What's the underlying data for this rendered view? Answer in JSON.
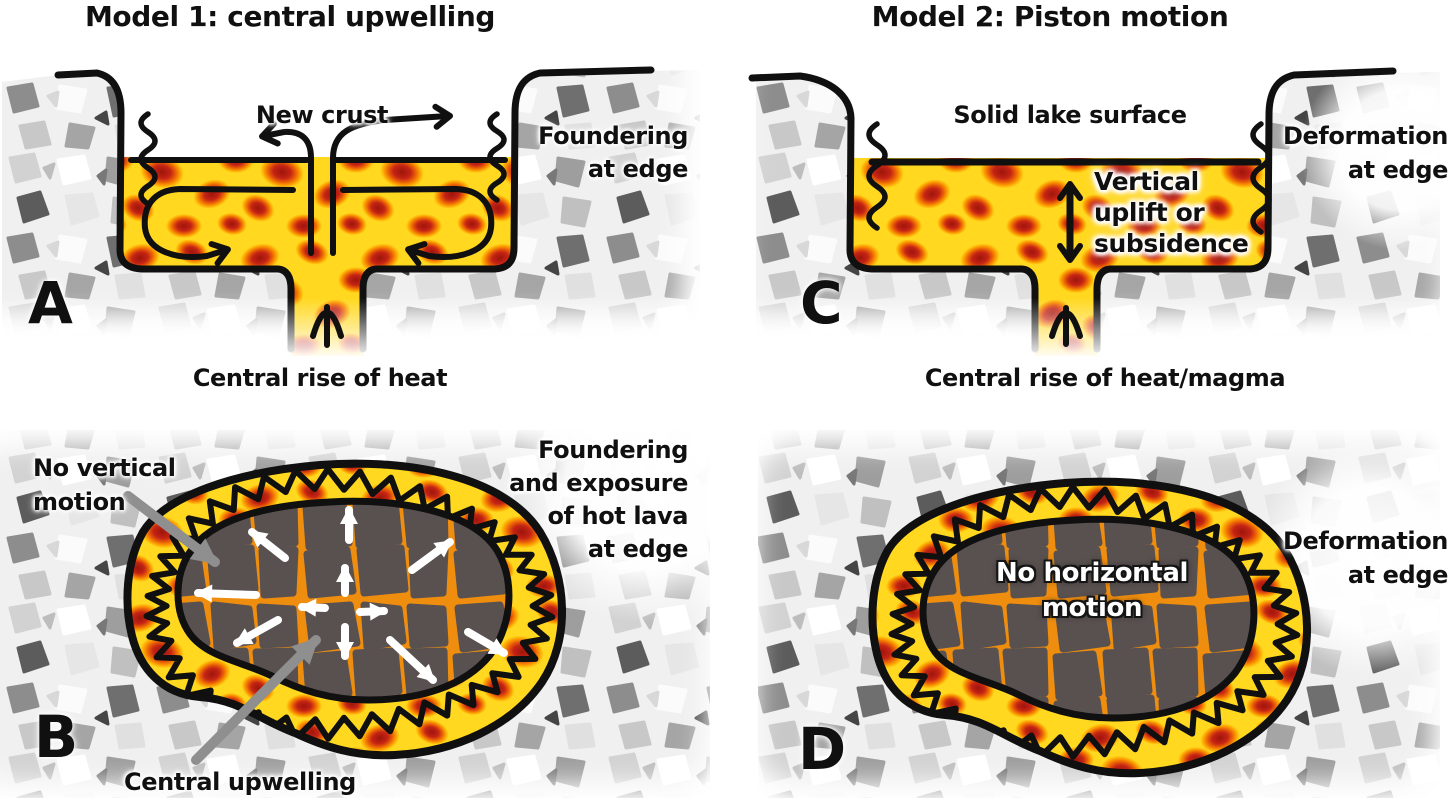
{
  "figure": {
    "title_model1": "Model 1: central upwelling",
    "title_model2": "Model 2: Piston motion"
  },
  "panel_a": {
    "letter": "A",
    "new_crust": "New crust",
    "foundering_1": "Foundering",
    "foundering_2": "at edge",
    "caption": "Central rise of heat"
  },
  "panel_b": {
    "letter": "B",
    "no_vertical_1": "No vertical",
    "no_vertical_2": "motion",
    "foundering_1": "Foundering",
    "foundering_2": "and exposure",
    "foundering_3": "of hot lava",
    "foundering_4": "at edge",
    "caption": "Central upwelling"
  },
  "panel_c": {
    "letter": "C",
    "solid_lake_surface": "Solid lake surface",
    "vertical_1": "Vertical",
    "vertical_2": "uplift or",
    "vertical_3": "subsidence",
    "deformation_1": "Deformation",
    "deformation_2": "at edge",
    "caption": "Central rise of heat/magma"
  },
  "panel_d": {
    "letter": "D",
    "no_horizontal_1": "No horizontal",
    "no_horizontal_2": "motion",
    "deformation_1": "Deformation",
    "deformation_2": "at edge"
  },
  "colors": {
    "lava_yellow": "#ffd81f",
    "lava_orange": "#f07a00",
    "lava_red": "#c42414",
    "lava_dark_red": "#9e150b",
    "crust_dark": "#595150",
    "crack_orange": "#ef8d0e",
    "rock_light": "#f0f0f0",
    "outline_black": "#101010",
    "annotation_gray": "#8f8f8f",
    "arrow_white": "#ffffff"
  }
}
